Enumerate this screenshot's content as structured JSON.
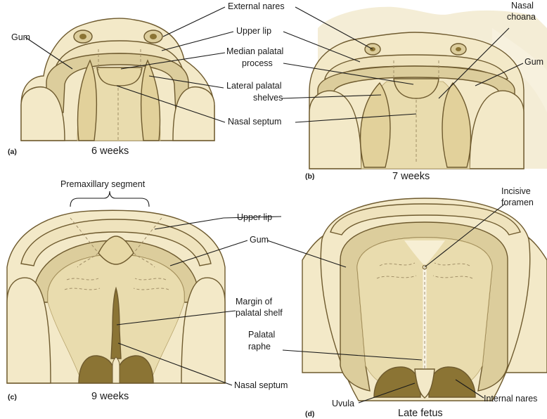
{
  "colors": {
    "tissue_light": "#f3e9c8",
    "tissue_mid": "#e9dcae",
    "gum": "#dccd9c",
    "shadow": "#c8b37a",
    "dark": "#8b7434",
    "outline": "#6e5a2e",
    "leader": "#1a1a1a"
  },
  "panels": {
    "a": {
      "letter": "(a)",
      "caption": "6 weeks",
      "labels": {
        "gum": "Gum",
        "external_nares": "External nares",
        "upper_lip": "Upper lip",
        "median_palatal_1": "Median palatal",
        "median_palatal_2": "process",
        "lateral_palatal_1": "Lateral palatal",
        "lateral_palatal_2": "shelves",
        "nasal_septum": "Nasal septum"
      }
    },
    "b": {
      "letter": "(b)",
      "caption": "7 weeks",
      "labels": {
        "nasal_choana_1": "Nasal",
        "nasal_choana_2": "choana",
        "gum": "Gum"
      }
    },
    "c": {
      "letter": "(c)",
      "caption": "9 weeks",
      "labels": {
        "premaxillary": "Premaxillary segment",
        "upper_lip": "Upper lip",
        "gum": "Gum",
        "margin_1": "Margin of",
        "margin_2": "palatal shelf",
        "palatal_raphe_1": "Palatal",
        "palatal_raphe_2": "raphe",
        "nasal_septum": "Nasal septum"
      }
    },
    "d": {
      "letter": "(d)",
      "caption": "Late fetus",
      "labels": {
        "incisive_1": "Incisive",
        "incisive_2": "foramen",
        "uvula": "Uvula",
        "internal_nares": "Internal nares"
      }
    }
  }
}
